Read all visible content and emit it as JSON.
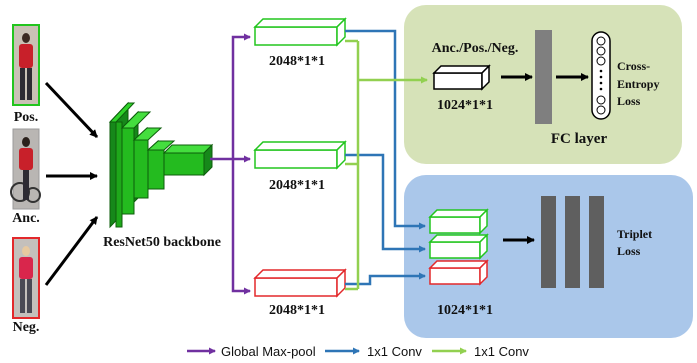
{
  "inputs": {
    "pos_label": "Pos.",
    "anc_label": "Anc.",
    "neg_label": "Neg."
  },
  "backbone": {
    "label": "ResNet50 backbone"
  },
  "features": {
    "top_dim": "2048*1*1",
    "mid_dim": "2048*1*1",
    "bottom_dim": "2048*1*1"
  },
  "fc_panel": {
    "input_label": "Anc./Pos./Neg.",
    "reduced_dim": "1024*1*1",
    "layer_label": "FC layer",
    "loss_label_line1": "Cross-",
    "loss_label_line2": "Entropy",
    "loss_label_line3": "Loss",
    "color": "#d6e2b8"
  },
  "triplet_panel": {
    "reduced_dim": "1024*1*1",
    "loss_label_line1": "Triplet",
    "loss_label_line2": "Loss",
    "color": "#aac7ea"
  },
  "legend": {
    "max_pool_label": "Global Max-pool",
    "conv_blue_label": "1x1 Conv",
    "conv_green_label": "1x1 Conv",
    "max_pool_color": "#7030a0",
    "conv_blue_color": "#2e75b6",
    "conv_green_color": "#92d050"
  },
  "colors": {
    "anchor_green": "#22c51e",
    "positive_green": "#22c51e",
    "negative_red": "#e3282b",
    "backbone_green": "#1ea81a"
  }
}
